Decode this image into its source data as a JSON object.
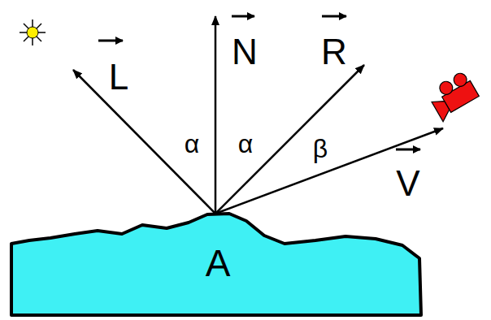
{
  "diagram": {
    "labels": [
      "L",
      "N",
      "R",
      "V",
      "α",
      "α",
      "β",
      "A"
    ]
  }
}
